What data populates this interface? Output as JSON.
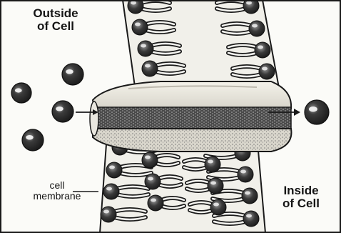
{
  "labels": {
    "outside_line1": "Outside",
    "outside_line2": "of Cell",
    "inside_line1": "Inside",
    "inside_line2": "of Cell",
    "membrane_line1": "cell",
    "membrane_line2": "membrane"
  },
  "colors": {
    "ink": "#151515",
    "ball": "#2f2f2f",
    "highlight": "#f2f2f2",
    "channel_light": "#e8e6df",
    "channel_dark": "#3a3a3a",
    "background": "#fbfbf8"
  },
  "icons": {
    "molecule": "sphere-with-highlight",
    "phospholipid": "head-with-two-tails",
    "arrow": "right-arrow"
  }
}
